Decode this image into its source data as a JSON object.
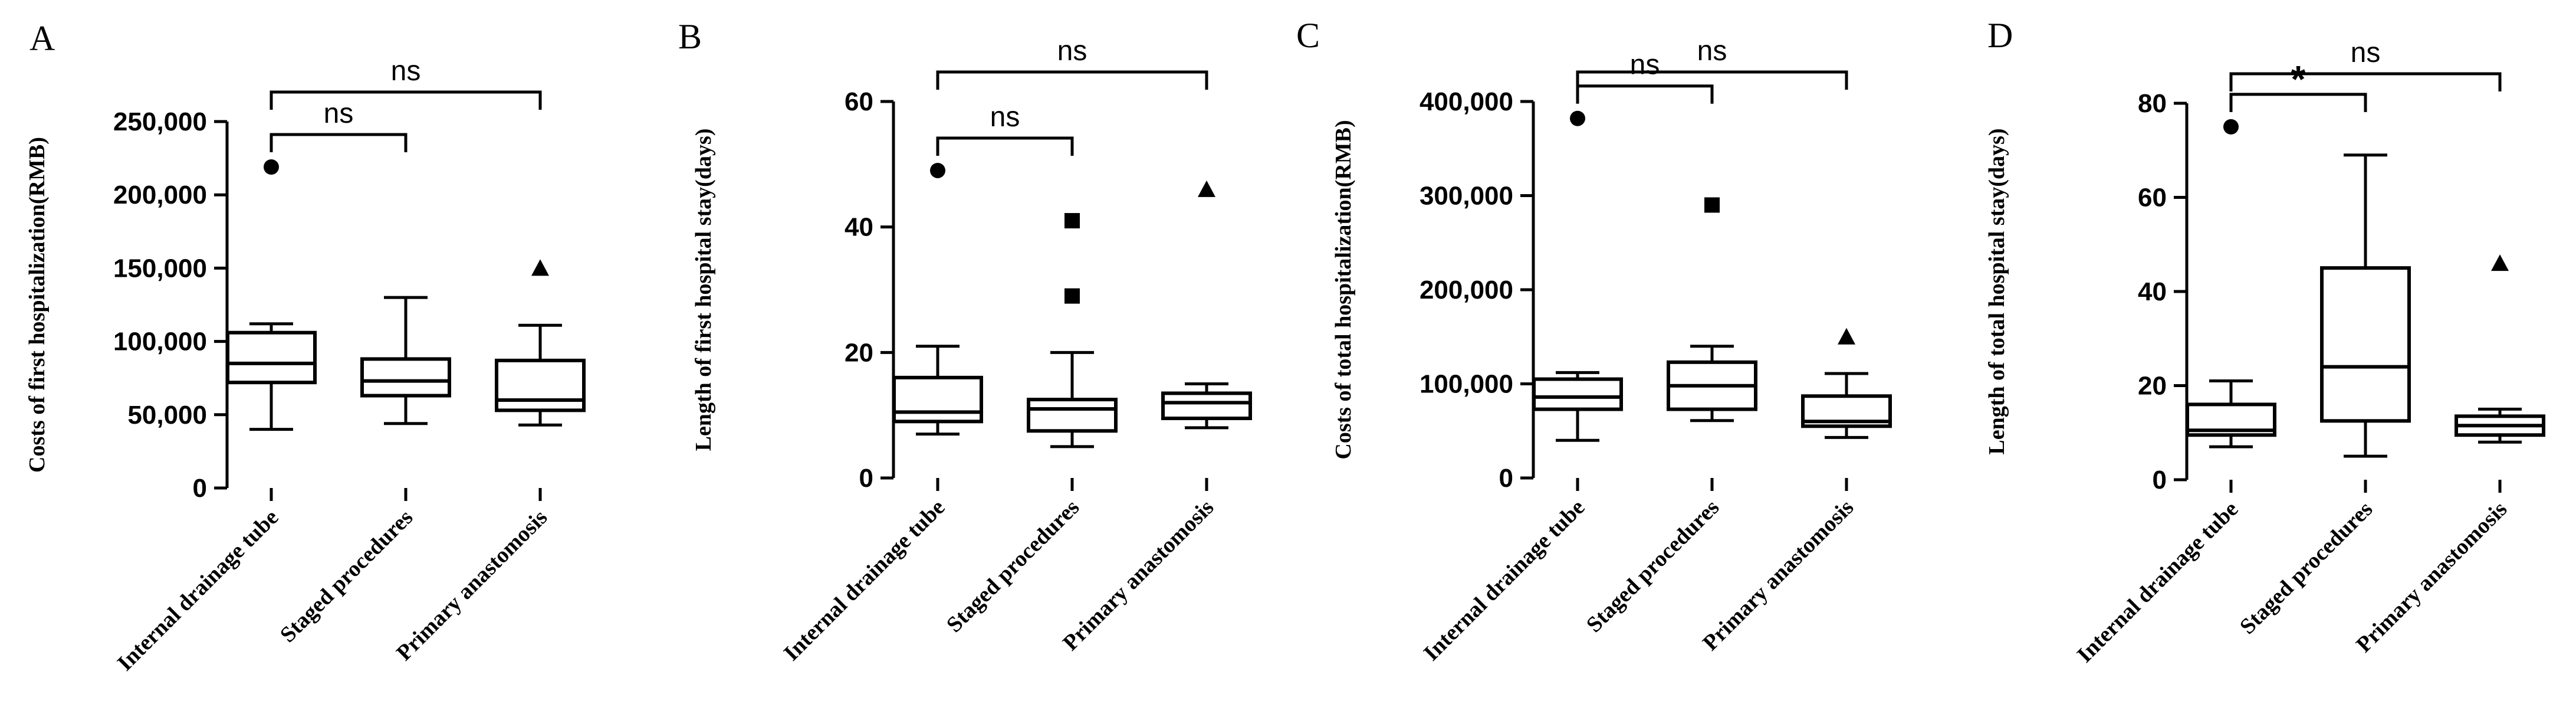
{
  "chart_data": [
    {
      "type": "box",
      "panel": "A",
      "ylabel": "Costs of first hospitalization(RMB)",
      "ylim": [
        0,
        250000
      ],
      "yticks": [
        0,
        50000,
        100000,
        150000,
        200000,
        250000
      ],
      "ytick_labels": [
        "0",
        "50,000",
        "100,000",
        "150,000",
        "200,000",
        "250,000"
      ],
      "categories": [
        "Internal drainage tube",
        "Staged procedures",
        "Primary anastomosis"
      ],
      "boxes": [
        {
          "min": 40000,
          "q1": 72000,
          "median": 85000,
          "q3": 106000,
          "max": 112000,
          "outliers": [
            219000
          ],
          "marker": "circle"
        },
        {
          "min": 44000,
          "q1": 63000,
          "median": 73000,
          "q3": 88000,
          "max": 130000,
          "outliers": [],
          "marker": "square"
        },
        {
          "min": 43000,
          "q1": 53000,
          "median": 60000,
          "q3": 87000,
          "max": 111000,
          "outliers": [
            150000
          ],
          "marker": "triangle"
        }
      ],
      "comparisons": [
        {
          "from": 0,
          "to": 1,
          "label": "ns"
        },
        {
          "from": 0,
          "to": 2,
          "label": "ns"
        }
      ]
    },
    {
      "type": "box",
      "panel": "B",
      "ylabel": "Length of first hospital stay(days)",
      "ylim": [
        0,
        60
      ],
      "yticks": [
        0,
        20,
        40,
        60
      ],
      "ytick_labels": [
        "0",
        "20",
        "40",
        "60"
      ],
      "categories": [
        "Internal drainage tube",
        "Staged procedures",
        "Primary anastomosis"
      ],
      "boxes": [
        {
          "min": 7,
          "q1": 9,
          "median": 10.5,
          "q3": 16,
          "max": 21,
          "outliers": [
            49
          ],
          "marker": "circle"
        },
        {
          "min": 5,
          "q1": 7.5,
          "median": 11,
          "q3": 12.5,
          "max": 20,
          "outliers": [
            29,
            41
          ],
          "marker": "square"
        },
        {
          "min": 8,
          "q1": 9.5,
          "median": 12,
          "q3": 13.5,
          "max": 15,
          "outliers": [
            46
          ],
          "marker": "triangle"
        }
      ],
      "comparisons": [
        {
          "from": 0,
          "to": 1,
          "label": "ns"
        },
        {
          "from": 0,
          "to": 2,
          "label": "ns"
        }
      ]
    },
    {
      "type": "box",
      "panel": "C",
      "ylabel": "Costs of total hospitalization(RMB)",
      "ylim": [
        0,
        400000
      ],
      "yticks": [
        0,
        100000,
        200000,
        300000,
        400000
      ],
      "ytick_labels": [
        "0",
        "100,000",
        "200,000",
        "300,000",
        "400,000"
      ],
      "categories": [
        "Internal drainage tube",
        "Staged procedures",
        "Primary anastomosis"
      ],
      "boxes": [
        {
          "min": 40000,
          "q1": 73000,
          "median": 86000,
          "q3": 105000,
          "max": 112000,
          "outliers": [
            382000
          ],
          "marker": "circle"
        },
        {
          "min": 61000,
          "q1": 73000,
          "median": 98000,
          "q3": 123000,
          "max": 140000,
          "outliers": [
            290000
          ],
          "marker": "square"
        },
        {
          "min": 43000,
          "q1": 55000,
          "median": 60000,
          "q3": 87000,
          "max": 111000,
          "outliers": [
            150000
          ],
          "marker": "triangle"
        }
      ],
      "comparisons": [
        {
          "from": 0,
          "to": 1,
          "label": "ns"
        },
        {
          "from": 0,
          "to": 2,
          "label": "ns"
        }
      ]
    },
    {
      "type": "box",
      "panel": "D",
      "ylabel": "Length of total hospital stay(days)",
      "ylim": [
        0,
        80
      ],
      "yticks": [
        0,
        20,
        40,
        60,
        80
      ],
      "ytick_labels": [
        "0",
        "20",
        "40",
        "60",
        "80"
      ],
      "categories": [
        "Internal drainage tube",
        "Staged procedures",
        "Primary anastomosis"
      ],
      "boxes": [
        {
          "min": 7,
          "q1": 9.5,
          "median": 10.5,
          "q3": 16,
          "max": 21,
          "outliers": [
            75
          ],
          "marker": "circle"
        },
        {
          "min": 5,
          "q1": 12.5,
          "median": 24,
          "q3": 45,
          "max": 69,
          "outliers": [],
          "marker": "square"
        },
        {
          "min": 8,
          "q1": 9.5,
          "median": 11.5,
          "q3": 13.5,
          "max": 15,
          "outliers": [
            46
          ],
          "marker": "triangle"
        }
      ],
      "comparisons": [
        {
          "from": 0,
          "to": 1,
          "label": "*"
        },
        {
          "from": 0,
          "to": 2,
          "label": "ns"
        }
      ]
    }
  ]
}
